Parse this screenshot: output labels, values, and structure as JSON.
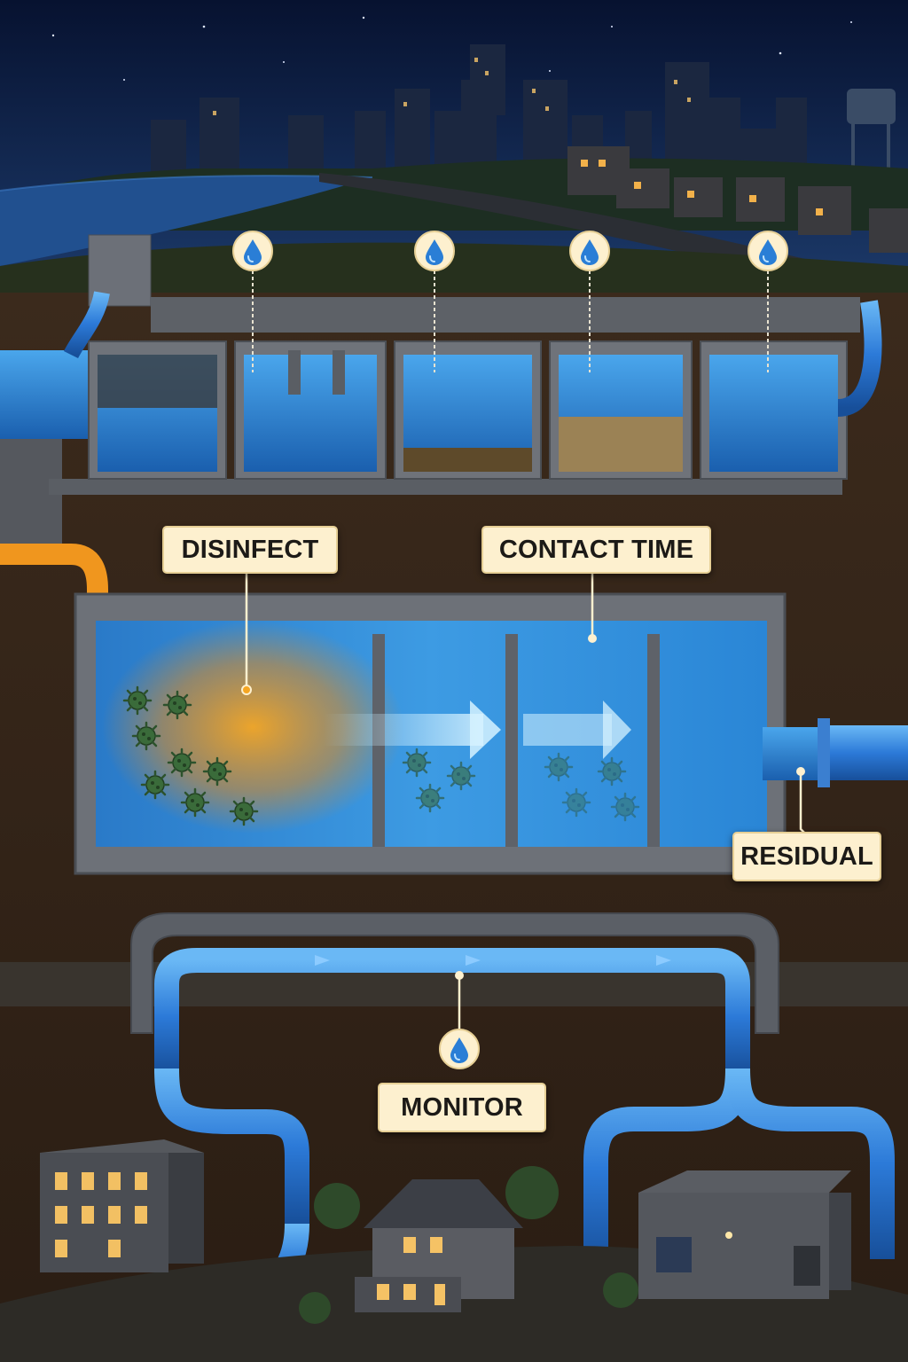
{
  "labels": {
    "disinfect": "DISINFECT",
    "contact_time": "CONTACT TIME",
    "residual": "RESIDUAL",
    "monitor": "MONITOR"
  },
  "markers": {
    "top_stage_icon": "water-drop-icon",
    "monitor_icon": "water-drop-icon"
  },
  "colors": {
    "water": "#2f86d6",
    "pipe": "#2c7ad8",
    "disinfectant_pipe": "#f0961e",
    "label_bg": "#fdf0cf",
    "pathogen": "#3a6b3a"
  }
}
